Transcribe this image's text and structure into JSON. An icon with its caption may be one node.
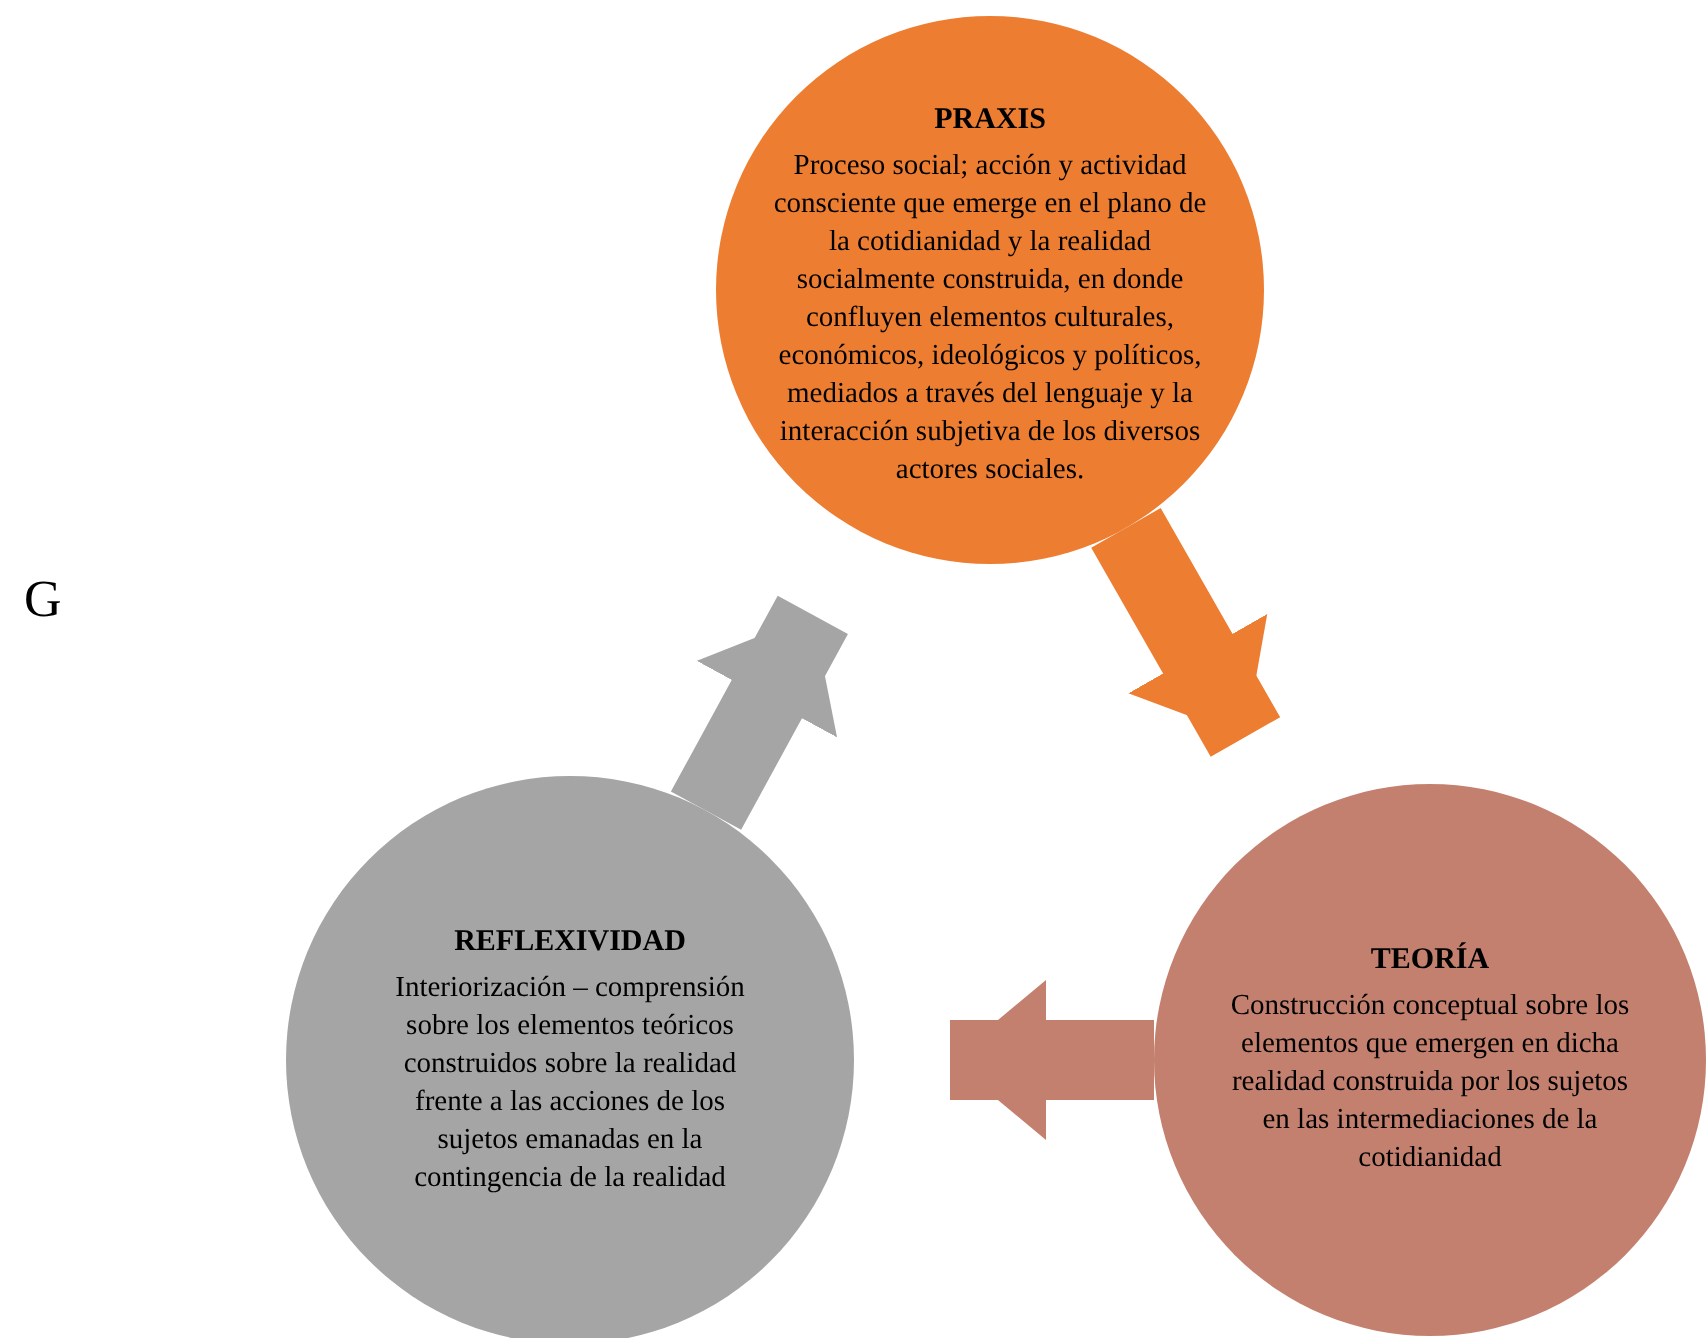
{
  "diagram": {
    "nodes": [
      {
        "text": [
          "PRAXIS",
          "Proceso social; acción y actividad consciente que emerge en el plano de la cotidianidad y la realidad socialmente construida, en donde confluyen elementos culturales, económicos, ideológicos y políticos, mediados a través del lenguaje y la interacción subjetiva de los diversos actores sociales."
        ]
      },
      {
        "text": [
          "TEORÍA",
          "Construcción conceptual sobre los elementos que emergen en dicha realidad construida por los sujetos en las intermediaciones de la cotidianidad"
        ]
      },
      {
        "text": [
          "REFLEXIVIDAD",
          "Interiorización – comprensión sobre los elementos teóricos construidos sobre la realidad frente a las acciones de los sujetos emanadas en la contingencia de la realidad"
        ]
      }
    ],
    "edges": [
      {
        "from": 0,
        "to": 1,
        "arrow": "to",
        "color": "#ed7d31"
      },
      {
        "from": 1,
        "to": 2,
        "arrow": "to",
        "color": "#c4806f"
      },
      {
        "from": 2,
        "to": 0,
        "arrow": "to",
        "color": "#a5a5a5"
      }
    ],
    "labels": [
      "G"
    ]
  }
}
